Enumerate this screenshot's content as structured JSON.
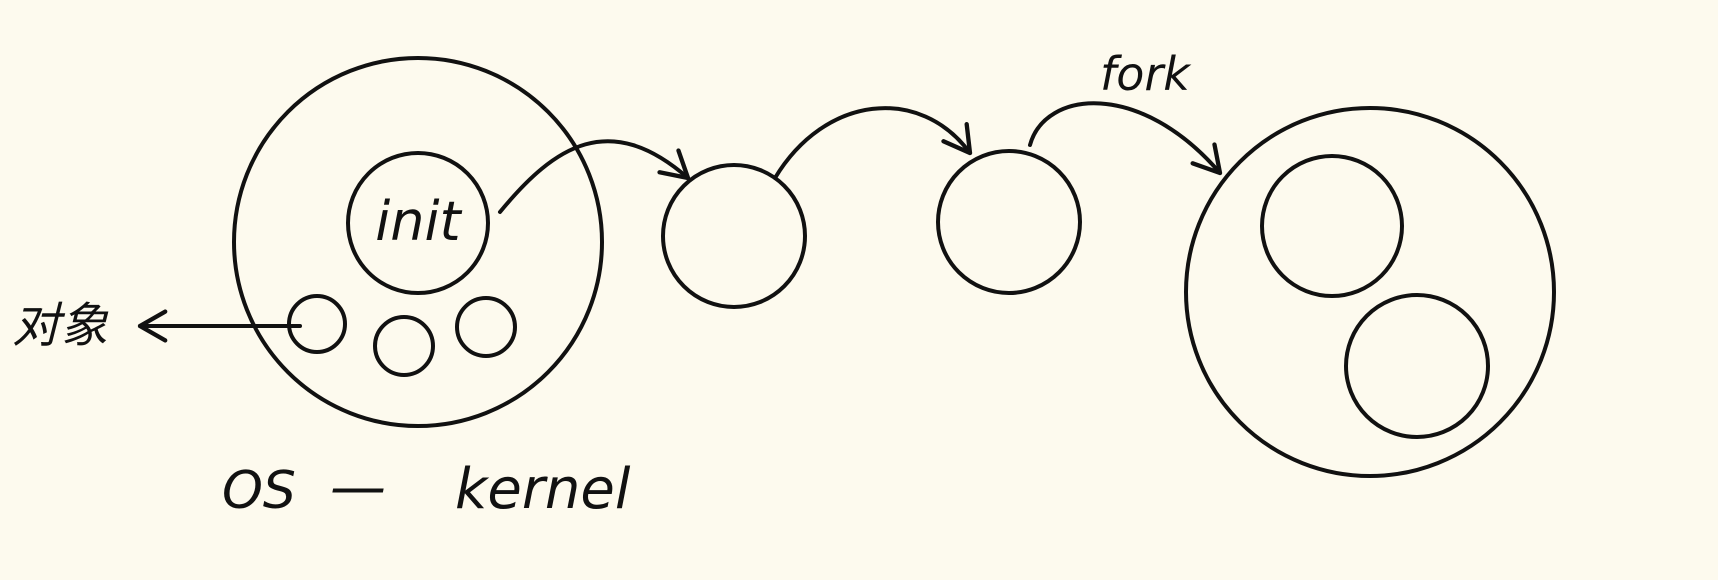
{
  "labels": {
    "init": "init",
    "fork": "fork",
    "object": "对象",
    "os": "OS",
    "dash": "—",
    "kernel": "kernel"
  },
  "colors": {
    "ink": "#111111",
    "paper": "#fdfaee"
  }
}
